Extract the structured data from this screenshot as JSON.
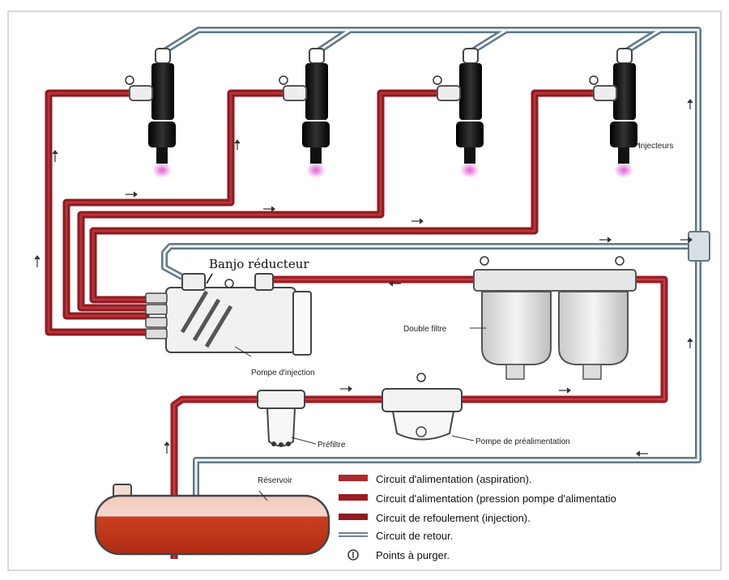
{
  "labels": {
    "injectors": "Injecteurs",
    "banjo": "Banjo réducteur",
    "pump": "Pompe d'injection",
    "double_filter": "Double filtre",
    "prefilter": "Préfiltre",
    "feed_pump": "Pompe de préalimentation",
    "tank": "Réservoir"
  },
  "legend": {
    "items": [
      {
        "text": "Circuit d'alimentation (aspiration).",
        "kind": "red",
        "color": "#b0282a"
      },
      {
        "text": "Circuit d'alimentation (pression pompe d'alimentatio",
        "kind": "red",
        "color": "#9c1c22"
      },
      {
        "text": "Circuit de refoulement (injection).",
        "kind": "red",
        "color": "#8e1a20"
      },
      {
        "text": "Circuit de retour.",
        "kind": "return",
        "color": "#6d8592"
      },
      {
        "text": "Points à purger.",
        "kind": "bleed-icon",
        "color": "#333333"
      }
    ]
  },
  "colors": {
    "feed_line": "#a3232a",
    "return_line": "#6e8794",
    "injector_body": "#111111",
    "tank_fuel": "#c23a1e",
    "spray": "#d04ec0"
  }
}
